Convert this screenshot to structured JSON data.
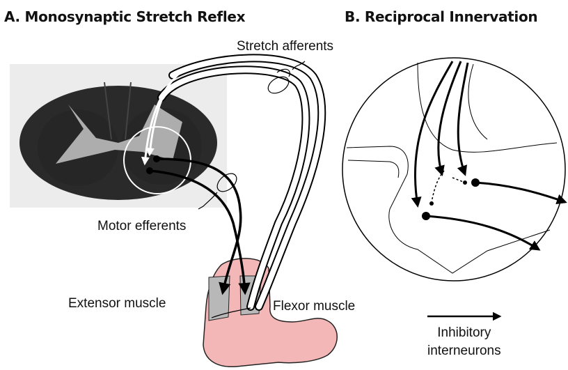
{
  "panel_a": {
    "title": "A. Monosynaptic Stretch Reflex"
  },
  "panel_b": {
    "title": "B. Reciprocal Innervation"
  },
  "labels": {
    "stretch_afferents": "Stretch afferents",
    "motor_efferents": "Motor efferents",
    "extensor_muscle": "Extensor muscle",
    "flexor_muscle": "Flexor muscle",
    "inhibitory_line1": "Inhibitory",
    "inhibitory_line2": "interneurons"
  },
  "colors": {
    "spinal_cord": "#2a2a2a",
    "cord_background": "#e9e9e9",
    "gray_matter": "#bdbdbd",
    "arm_skin": "#f4b7b7",
    "muscle": "#b8b8b8",
    "line": "#000000"
  }
}
